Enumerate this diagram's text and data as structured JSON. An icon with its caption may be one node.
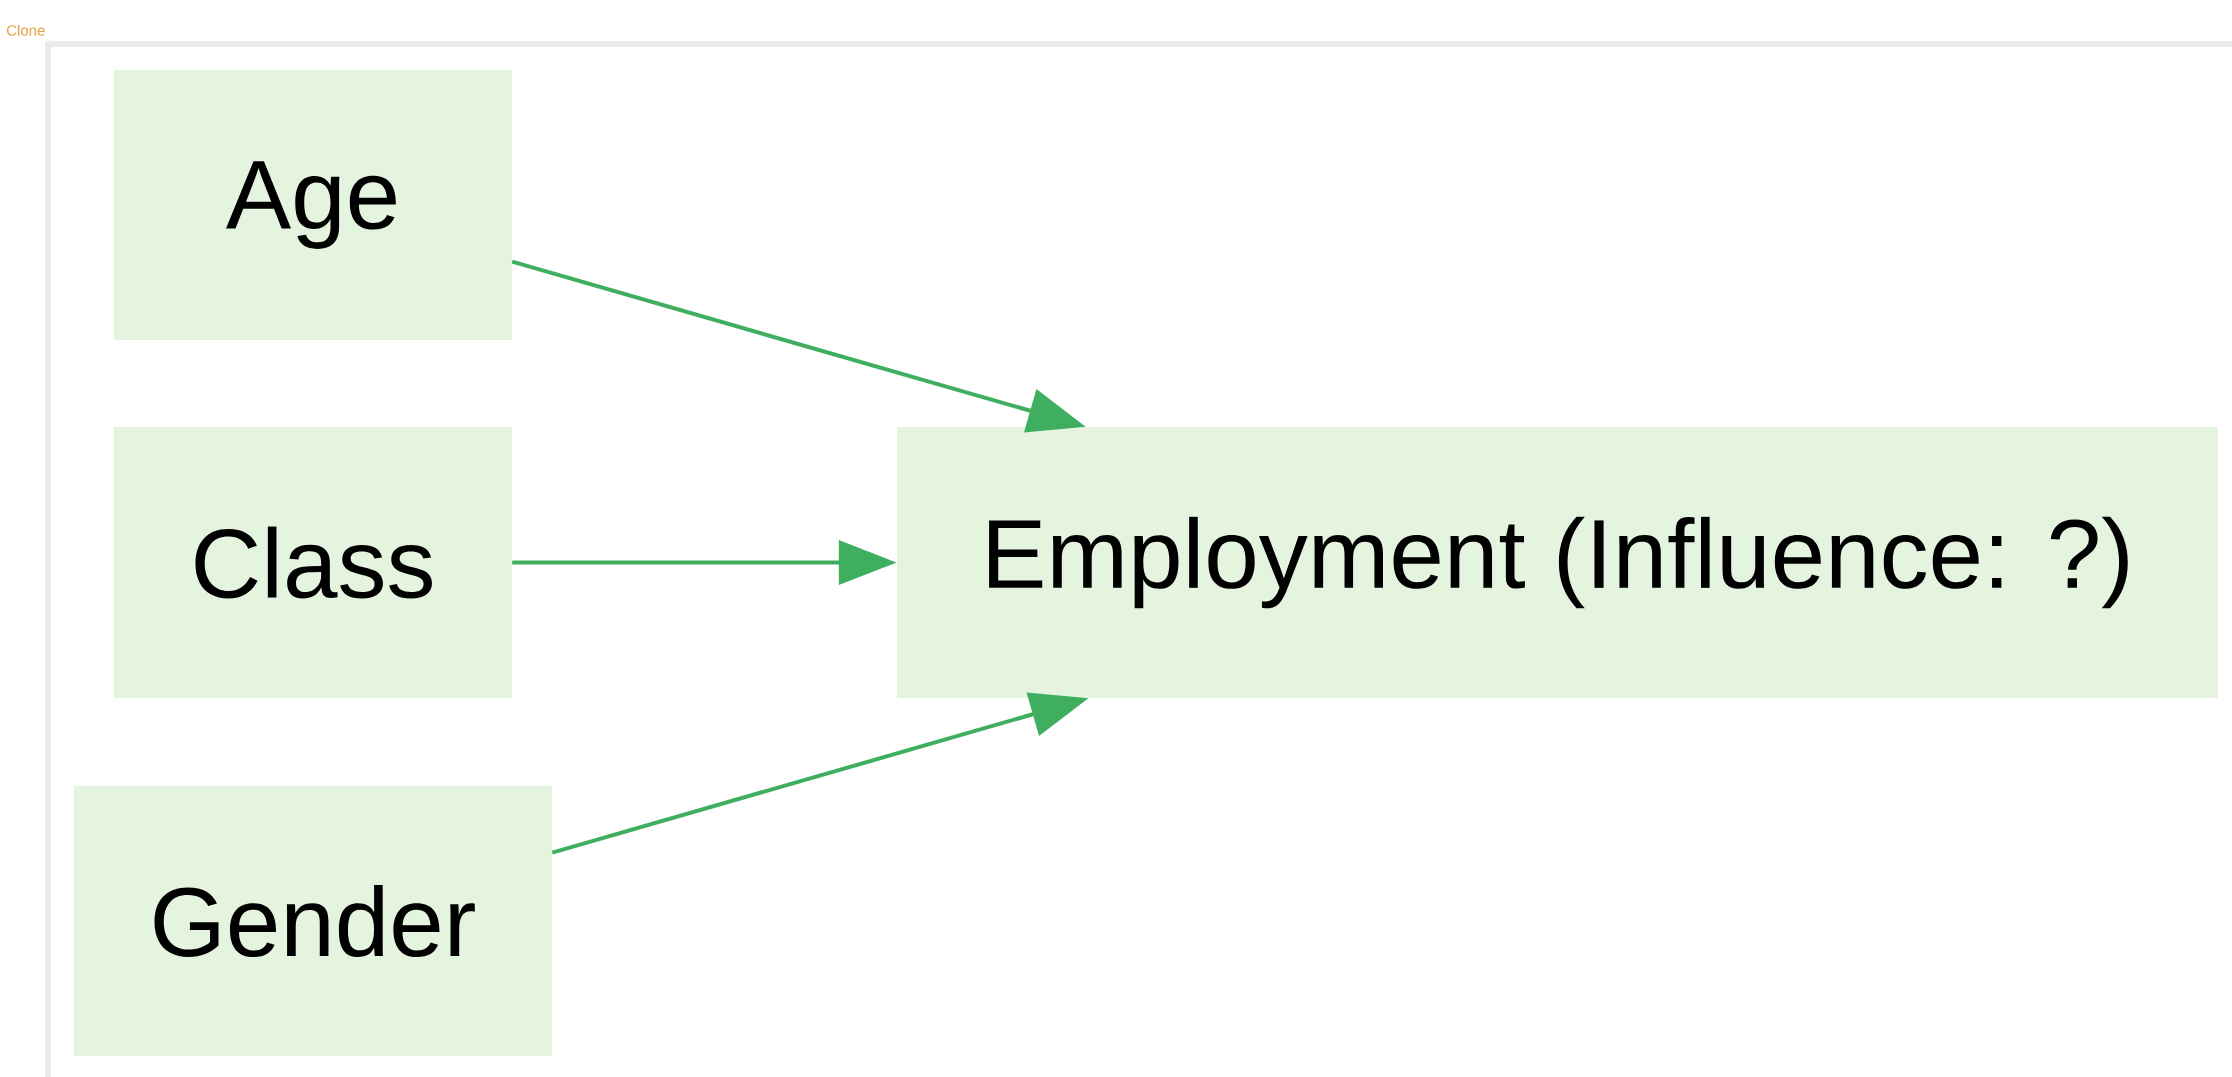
{
  "diagram": {
    "nodes": [
      {
        "text": [
          "Clone"
        ]
      },
      {
        "text": [
          "Age"
        ],
        "in": 0
      },
      {
        "text": [
          "Class"
        ],
        "in": 0
      },
      {
        "text": [
          "Gender"
        ],
        "in": 0
      },
      {
        "text": [
          "Employment (Influence: ?)"
        ],
        "in": 0
      }
    ],
    "edges": [
      {
        "from": 1,
        "to": 4,
        "arrow": "to"
      },
      {
        "from": 2,
        "to": 4,
        "arrow": "to"
      },
      {
        "from": 3,
        "to": 4,
        "arrow": "to"
      }
    ]
  }
}
